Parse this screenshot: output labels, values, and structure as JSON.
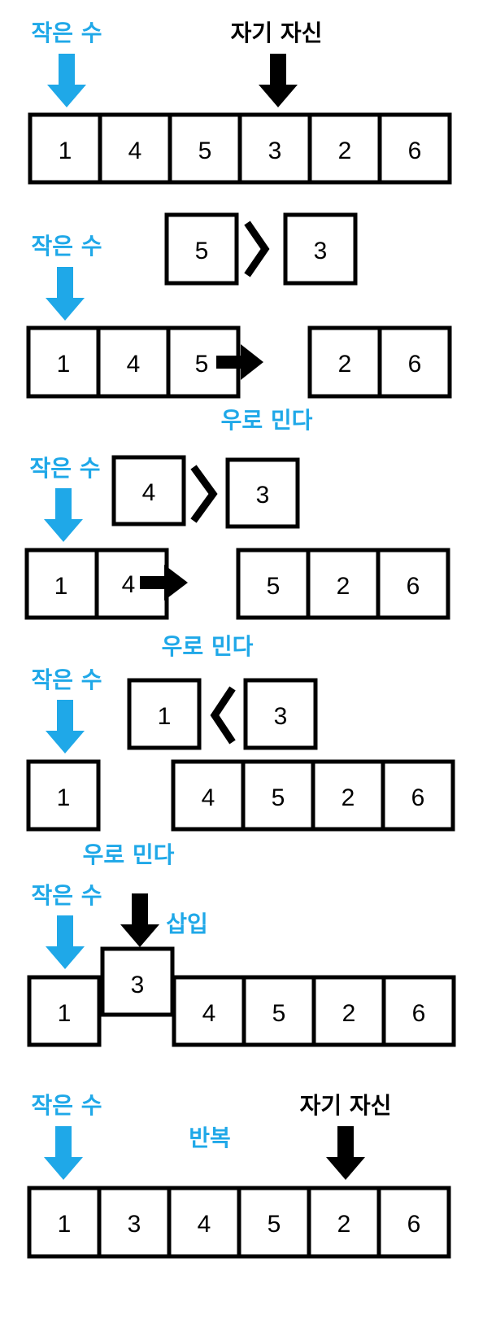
{
  "colors": {
    "accent": "#1fa8e8",
    "ink": "#000000",
    "background": "#ffffff"
  },
  "labels": {
    "smaller": "작은 수",
    "self": "자기 자신",
    "shift_right": "우로 민다",
    "insert": "삽입",
    "repeat": "반복"
  },
  "step1": {
    "array": [
      "1",
      "4",
      "5",
      "3",
      "2",
      "6"
    ]
  },
  "step2": {
    "compare_left": "5",
    "compare_right": "3",
    "array_left": [
      "1",
      "4",
      "5"
    ],
    "array_right": [
      "2",
      "6"
    ]
  },
  "step3": {
    "compare_left": "4",
    "compare_right": "3",
    "array_left": [
      "1",
      "4"
    ],
    "array_right": [
      "5",
      "2",
      "6"
    ]
  },
  "step4": {
    "compare_left": "1",
    "compare_right": "3",
    "array_left": [
      "1"
    ],
    "array_right": [
      "4",
      "5",
      "2",
      "6"
    ]
  },
  "step5": {
    "inserted": "3",
    "array_left": [
      "1"
    ],
    "array_right": [
      "4",
      "5",
      "2",
      "6"
    ]
  },
  "step6": {
    "array": [
      "1",
      "3",
      "4",
      "5",
      "2",
      "6"
    ]
  }
}
